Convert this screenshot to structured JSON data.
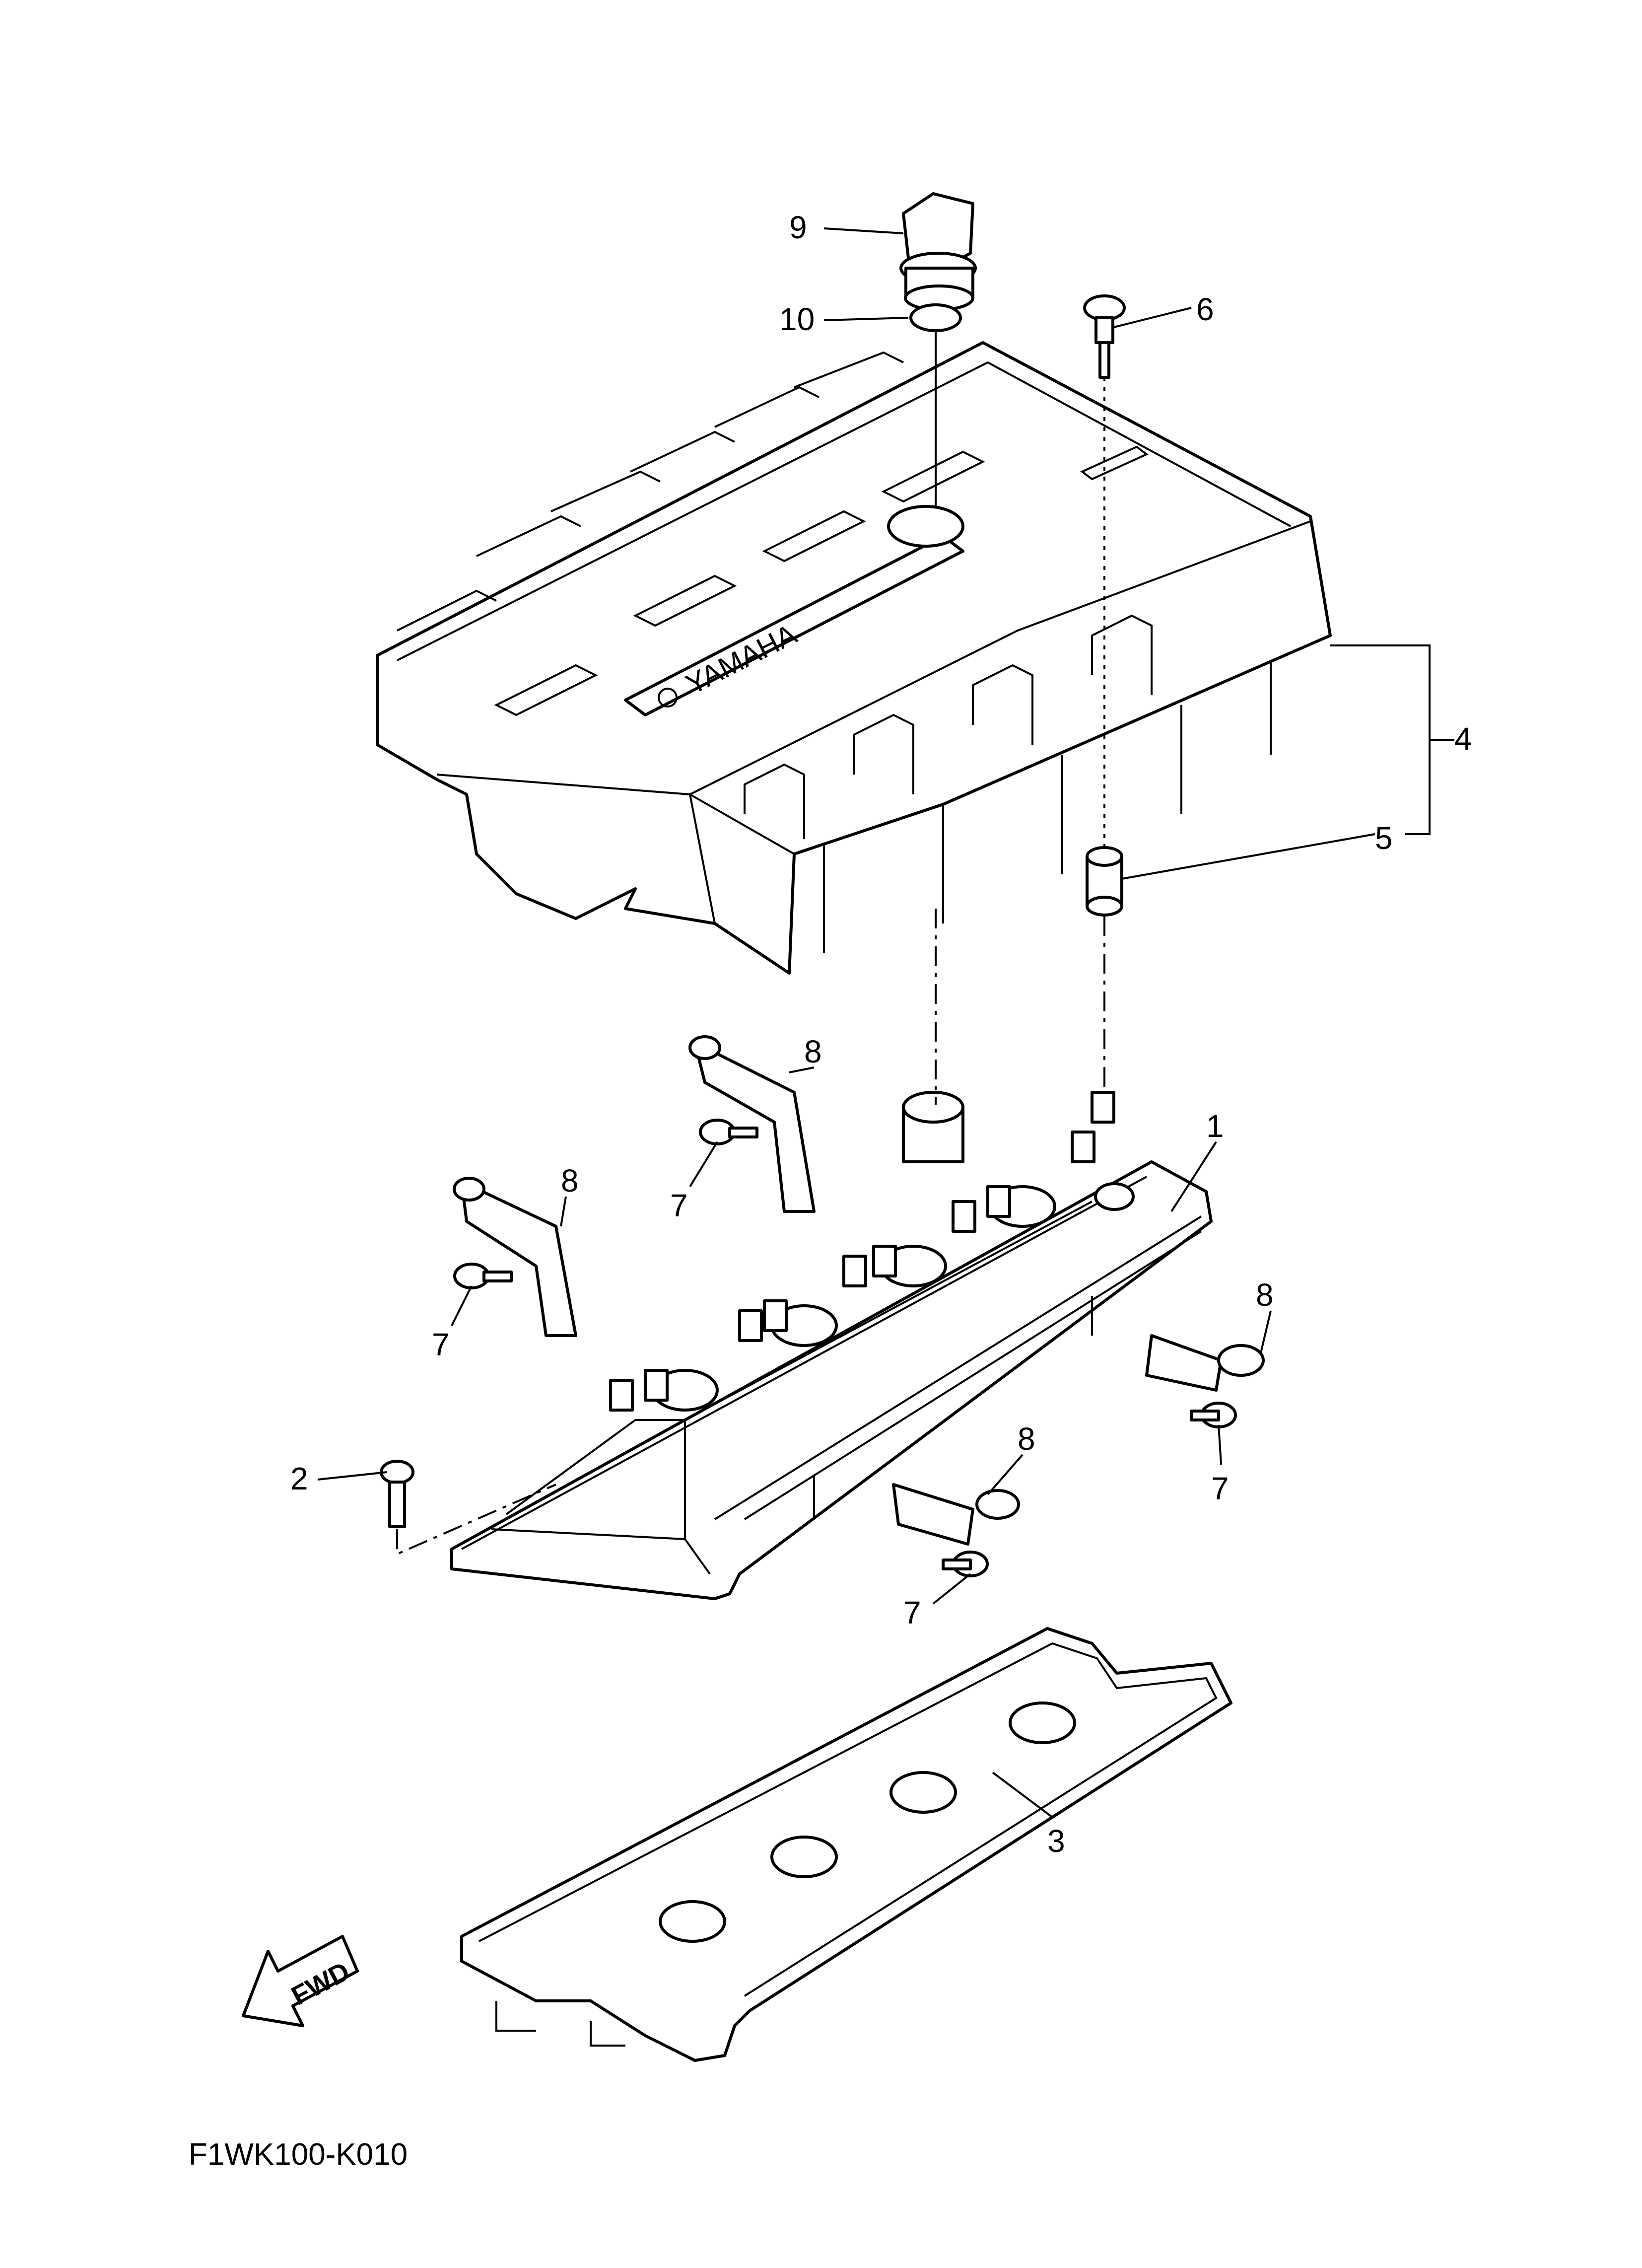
{
  "diagram": {
    "code": "F1WK100-K010",
    "fwd_label": "FWD",
    "brand_label": "YAMAHA",
    "callouts": [
      "1",
      "2",
      "3",
      "4",
      "5",
      "6",
      "7",
      "7",
      "7",
      "7",
      "8",
      "8",
      "8",
      "8",
      "9",
      "10"
    ]
  }
}
